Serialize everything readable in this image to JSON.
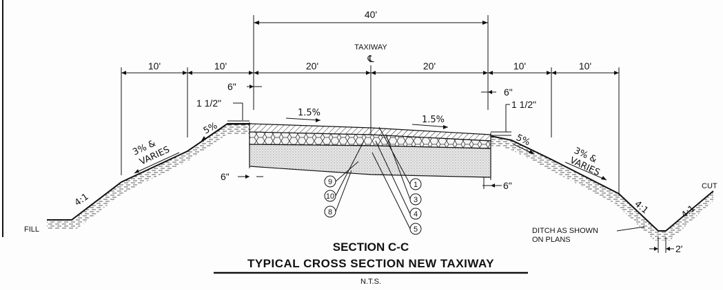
{
  "dimensions": {
    "total_width": "40'",
    "left_shoulder_outer": "10'",
    "left_shoulder_inner": "10'",
    "left_lane": "20'",
    "right_lane": "20'",
    "right_shoulder_inner": "10'",
    "right_shoulder_outer": "10'",
    "top_left_offset": "6\"",
    "top_right_offset": "6\"",
    "bottom_left_offset": "6\"",
    "bottom_right_offset": "6\"",
    "left_drop": "1 1/2\"",
    "right_drop": "1 1/2\"",
    "ditch_width": "2'"
  },
  "centerline": {
    "label": "TAXIWAY",
    "symbol": "℄"
  },
  "slopes": {
    "left_pavement": "1.5%",
    "right_pavement": "1.5%",
    "left_shoulder": "5%",
    "right_shoulder": "5%",
    "left_grade_line1": "3% &",
    "left_grade_line2": "VARIES",
    "right_grade_line1": "3% &",
    "right_grade_line2": "VARIES",
    "left_fill": "4:1",
    "right_ditch_left": "4:1",
    "right_cut": "4:1"
  },
  "callouts": {
    "left": [
      "9",
      "10",
      "8"
    ],
    "right": [
      "1",
      "3",
      "4",
      "5"
    ]
  },
  "labels": {
    "fill": "FILL",
    "cut": "CUT",
    "ditch_line1": "DITCH AS SHOWN",
    "ditch_line2": "ON PLANS"
  },
  "title": {
    "section": "SECTION C-C",
    "main": "TYPICAL CROSS SECTION NEW TAXIWAY",
    "scale": "N.T.S."
  }
}
